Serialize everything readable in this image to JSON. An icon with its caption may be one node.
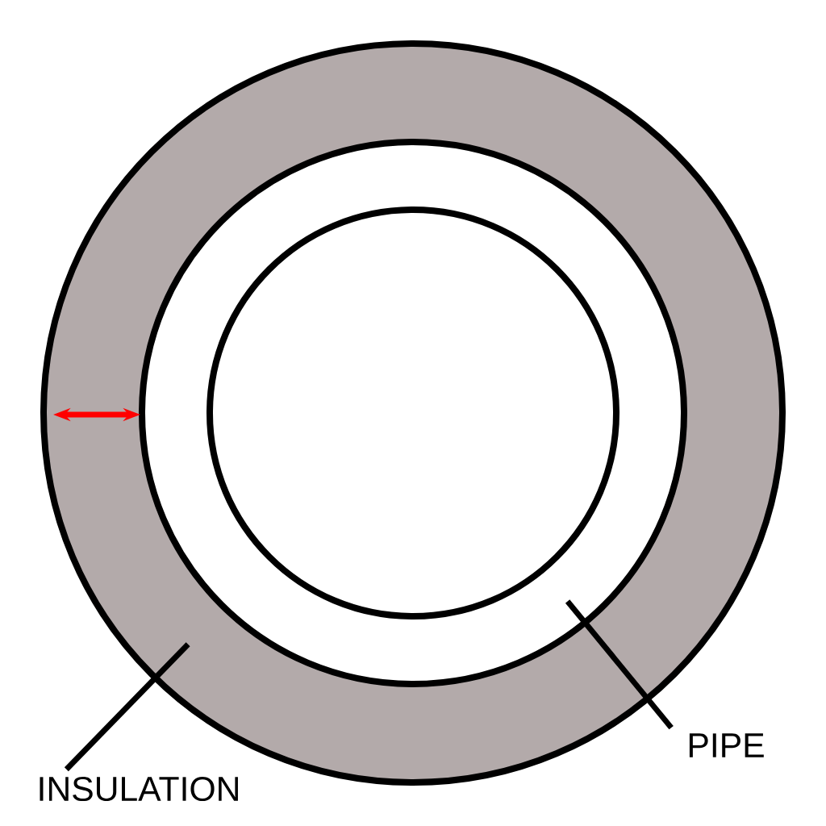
{
  "diagram": {
    "nodes": [
      {
        "text": [
          "INSULATION"
        ]
      },
      {
        "text": [
          "PIPE"
        ]
      },
      {
        "text": [],
        "shape": "circle"
      },
      {
        "text": [],
        "shape": "circle",
        "in": 2
      }
    ],
    "edges": [
      {
        "from": 0,
        "to": 2,
        "arrow": "none"
      },
      {
        "from": 1,
        "to": 3,
        "arrow": "none"
      }
    ]
  }
}
